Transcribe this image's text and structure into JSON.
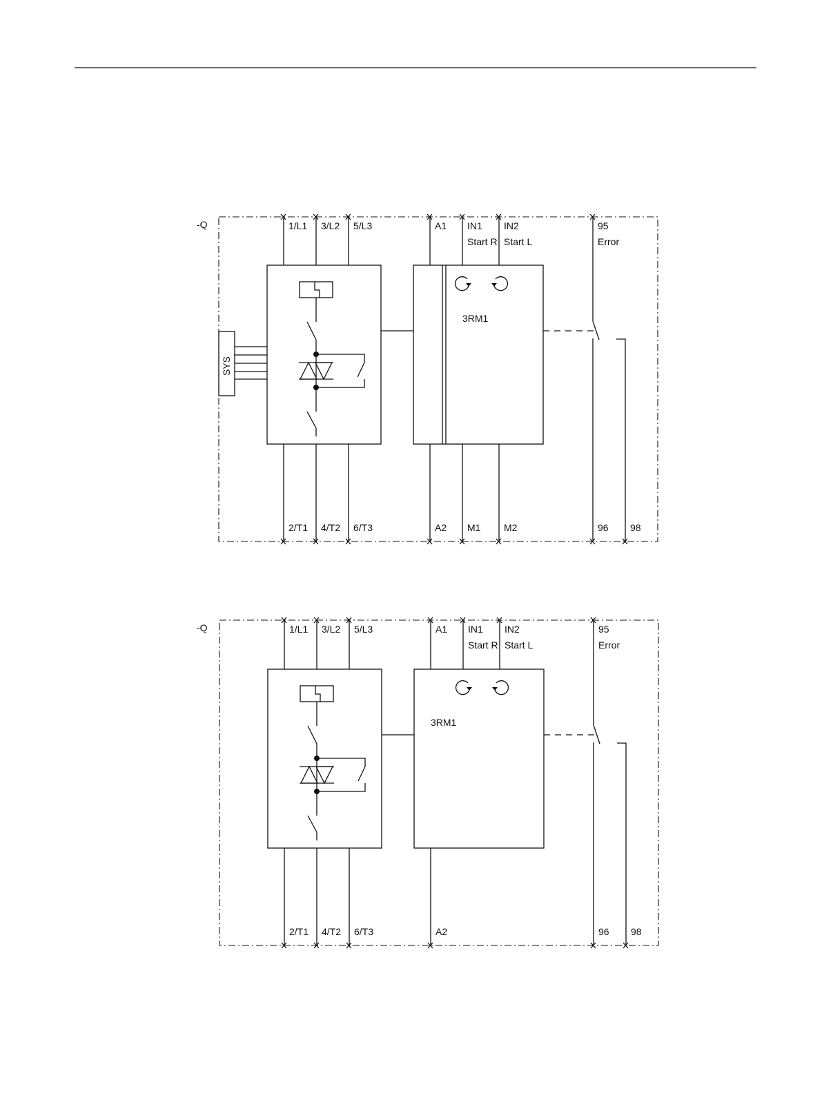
{
  "page": {
    "rule_color": "#111111"
  },
  "diagrams": [
    {
      "designation": "-Q",
      "top_terminals": [
        "1/L1",
        "3/L2",
        "5/L3",
        "A1",
        "IN1",
        "IN2",
        "95"
      ],
      "top_sublabels": [
        "Start R",
        "Start L",
        "Error"
      ],
      "bottom_terminals": [
        "2/T1",
        "4/T2",
        "6/T3",
        "A2",
        "M1",
        "M2",
        "96",
        "98"
      ],
      "module_name": "3RM1",
      "sys_label": "SYS",
      "icons": [
        "rotate-clockwise-icon",
        "rotate-counterclockwise-icon",
        "relay-coil-icon",
        "thyristor-icon"
      ]
    },
    {
      "designation": "-Q",
      "top_terminals": [
        "1/L1",
        "3/L2",
        "5/L3",
        "A1",
        "IN1",
        "IN2",
        "95"
      ],
      "top_sublabels": [
        "Start R",
        "Start L",
        "Error"
      ],
      "bottom_terminals": [
        "2/T1",
        "4/T2",
        "6/T3",
        "A2",
        "96",
        "98"
      ],
      "module_name": "3RM1",
      "icons": [
        "rotate-clockwise-icon",
        "rotate-counterclockwise-icon",
        "relay-coil-icon",
        "thyristor-icon"
      ]
    }
  ]
}
